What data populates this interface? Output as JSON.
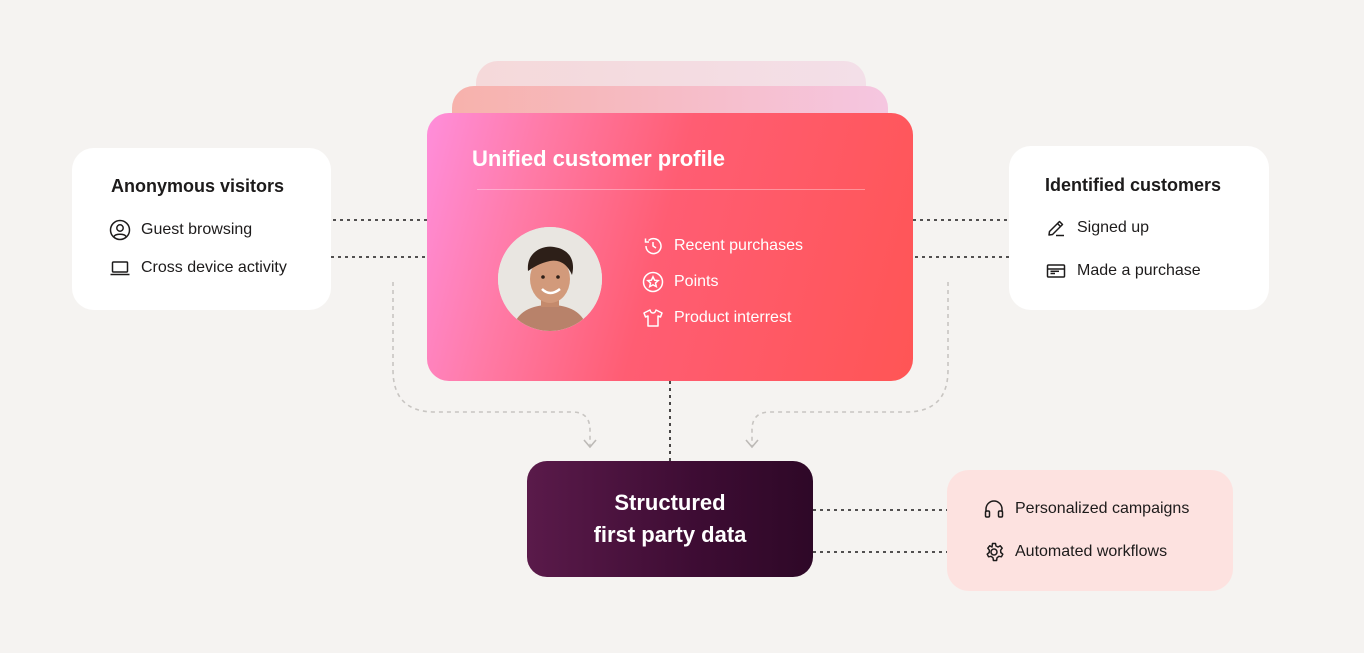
{
  "anonymous": {
    "title": "Anonymous visitors",
    "items": [
      {
        "label": "Guest browsing",
        "icon": "user-circle-icon"
      },
      {
        "label": "Cross device activity",
        "icon": "laptop-icon"
      }
    ]
  },
  "profile": {
    "title": "Unified customer profile",
    "avatar_icon": "customer-photo",
    "items": [
      {
        "label": "Recent purchases",
        "icon": "history-icon"
      },
      {
        "label": "Points",
        "icon": "star-badge-icon"
      },
      {
        "label": "Product interrest",
        "icon": "tshirt-icon"
      }
    ]
  },
  "identified": {
    "title": "Identified customers",
    "items": [
      {
        "label": "Signed up",
        "icon": "pencil-icon"
      },
      {
        "label": "Made a purchase",
        "icon": "credit-card-icon"
      }
    ]
  },
  "structured": {
    "line1": "Structured",
    "line2": "first party data"
  },
  "outputs": {
    "items": [
      {
        "label": "Personalized campaigns",
        "icon": "headphones-icon"
      },
      {
        "label": "Automated workflows",
        "icon": "gear-icon"
      }
    ]
  },
  "colors": {
    "background": "#f5f3f1",
    "profile_gradient_start": "#ff8edb",
    "profile_gradient_end": "#ff5555",
    "structured_dark": "#3d0c33",
    "outputs_bg": "#fde2e0",
    "connector_dark": "#1d1b1b",
    "connector_light": "#c8c5c2"
  }
}
